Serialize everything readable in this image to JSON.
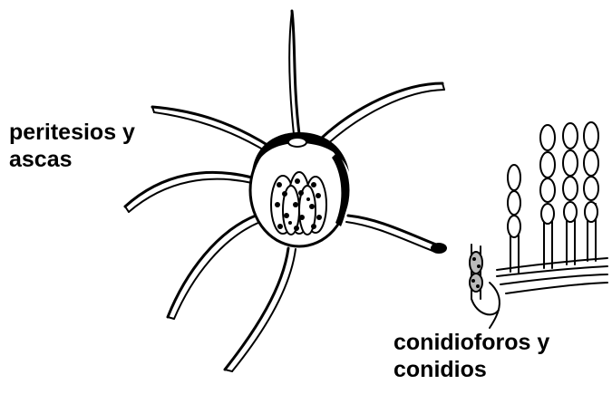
{
  "labels": {
    "perithecia_line1": "peritesios y",
    "perithecia_line2": "ascas",
    "conidia_line1": "conidioforos y",
    "conidia_line2": "conidios"
  },
  "colors": {
    "ink": "#000000",
    "background": "#ffffff"
  }
}
